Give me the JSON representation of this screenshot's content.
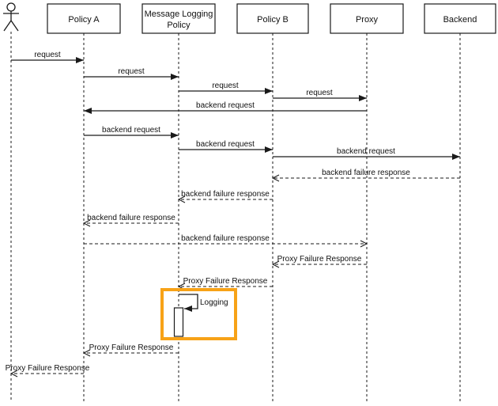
{
  "diagram": {
    "type": "uml-sequence-diagram",
    "background_color": "#ffffff",
    "line_color": "#1a1a1a",
    "participants": [
      {
        "id": "user",
        "type": "actor",
        "label": ""
      },
      {
        "id": "policy-a",
        "type": "box",
        "label": "Policy A"
      },
      {
        "id": "message-logging-policy",
        "type": "box",
        "label": "Message Logging Policy",
        "label_lines": [
          "Message Logging",
          "Policy"
        ]
      },
      {
        "id": "policy-b",
        "type": "box",
        "label": "Policy B"
      },
      {
        "id": "proxy",
        "type": "box",
        "label": "Proxy"
      },
      {
        "id": "backend",
        "type": "box",
        "label": "Backend"
      }
    ],
    "messages": [
      {
        "n": 1,
        "label": "request",
        "from": "user",
        "to": "policy-a",
        "line": "solid",
        "arrow": "filled"
      },
      {
        "n": 2,
        "label": "request",
        "from": "policy-a",
        "to": "message-logging-policy",
        "line": "solid",
        "arrow": "filled"
      },
      {
        "n": 3,
        "label": "request",
        "from": "message-logging-policy",
        "to": "policy-b",
        "line": "solid",
        "arrow": "filled"
      },
      {
        "n": 4,
        "label": "request",
        "from": "policy-b",
        "to": "proxy",
        "line": "solid",
        "arrow": "filled"
      },
      {
        "n": 5,
        "label": "backend request",
        "from": "proxy",
        "to": "policy-a",
        "line": "solid",
        "arrow": "filled"
      },
      {
        "n": 6,
        "label": "backend request",
        "from": "policy-a",
        "to": "message-logging-policy",
        "line": "solid",
        "arrow": "filled"
      },
      {
        "n": 7,
        "label": "backend request",
        "from": "message-logging-policy",
        "to": "policy-b",
        "line": "solid",
        "arrow": "filled"
      },
      {
        "n": 8,
        "label": "backend request",
        "from": "policy-b",
        "to": "backend",
        "line": "solid",
        "arrow": "filled"
      },
      {
        "n": 9,
        "label": "backend failure response",
        "from": "backend",
        "to": "policy-b",
        "line": "dashed",
        "arrow": "open"
      },
      {
        "n": 10,
        "label": "backend failure response",
        "from": "policy-b",
        "to": "message-logging-policy",
        "line": "dashed",
        "arrow": "open"
      },
      {
        "n": 11,
        "label": "backend failure response",
        "from": "message-logging-policy",
        "to": "policy-a",
        "line": "dashed",
        "arrow": "open"
      },
      {
        "n": 12,
        "label": "backend failure response",
        "from": "policy-a",
        "to": "proxy",
        "line": "dashed",
        "arrow": "open"
      },
      {
        "n": 13,
        "label": "Proxy Failure Response",
        "from": "proxy",
        "to": "policy-b",
        "line": "dashed",
        "arrow": "open"
      },
      {
        "n": 14,
        "label": "Proxy Failure Response",
        "from": "policy-b",
        "to": "message-logging-policy",
        "line": "dashed",
        "arrow": "open"
      },
      {
        "n": 15,
        "label": "Logging",
        "from": "message-logging-policy",
        "to": "message-logging-policy",
        "line": "self",
        "arrow": "filled"
      },
      {
        "n": 16,
        "label": "Proxy Failure Response",
        "from": "message-logging-policy",
        "to": "policy-a",
        "line": "dashed",
        "arrow": "open"
      },
      {
        "n": 17,
        "label": "Proxy Failure Response",
        "from": "policy-a",
        "to": "user",
        "line": "dashed",
        "arrow": "open"
      }
    ],
    "highlight": {
      "target": "Logging self-call",
      "border_color": "#F7A217"
    }
  }
}
